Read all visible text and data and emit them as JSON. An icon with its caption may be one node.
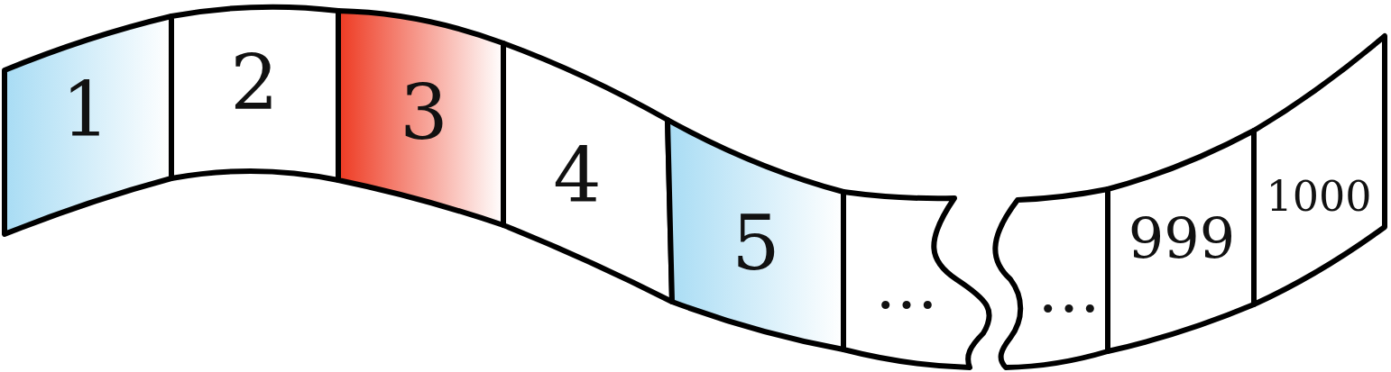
{
  "diagram": {
    "nodes": [
      {
        "text": [
          "1"
        ]
      },
      {
        "text": [
          "2"
        ]
      },
      {
        "text": [
          "3"
        ]
      },
      {
        "text": [
          "4"
        ]
      },
      {
        "text": [
          "5"
        ]
      },
      {
        "text": [
          "…"
        ]
      },
      {
        "text": [
          "…"
        ]
      },
      {
        "text": [
          "999"
        ]
      },
      {
        "text": [
          "1000"
        ]
      }
    ]
  }
}
